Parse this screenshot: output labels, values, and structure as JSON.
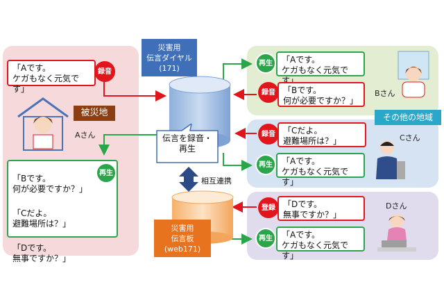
{
  "service_dial": {
    "line1": "災害用",
    "line2": "伝言ダイヤル",
    "line3": "(171)"
  },
  "service_board": {
    "line1": "災害用",
    "line2": "伝言板",
    "line3": "(web171)"
  },
  "area_disaster": "被災地",
  "area_other": "その他の地域",
  "center_label": "伝言を録音・\n再生",
  "link_label": "相互連携",
  "badges": {
    "record": "録音",
    "play": "再生",
    "register": "登録"
  },
  "person_a": {
    "label": "Aさん",
    "message": "「Aです。\nケガもなく元気です」"
  },
  "person_a_received": {
    "m1": "「Bです。\n何が必要ですか？」",
    "m2": "「Cだよ。\n避難場所は？」",
    "m3": "「Dです。\n無事ですか？」"
  },
  "person_b": {
    "label": "Bさん",
    "received": "「Aです。\nケガもなく元気です」",
    "message": "「Bです。\n何が必要ですか？」"
  },
  "person_c": {
    "label": "Cさん",
    "message": "「Cだよ。\n避難場所は？」",
    "received": "「Aです。\nケガもなく元気です」"
  },
  "person_d": {
    "label": "Dさん",
    "message": "「Dです。\n無事ですか？」",
    "received": "「Aです。\nケガもなく元気です」"
  },
  "colors": {
    "red": "#e0161c",
    "green": "#2aa54a",
    "blue": "#3f6fb8",
    "orange": "#e8731e",
    "pink_panel": "#f6d9da",
    "green_panel": "#e2edd2",
    "blue_panel": "#d6e3f2",
    "purple_panel": "#e1dbee"
  }
}
